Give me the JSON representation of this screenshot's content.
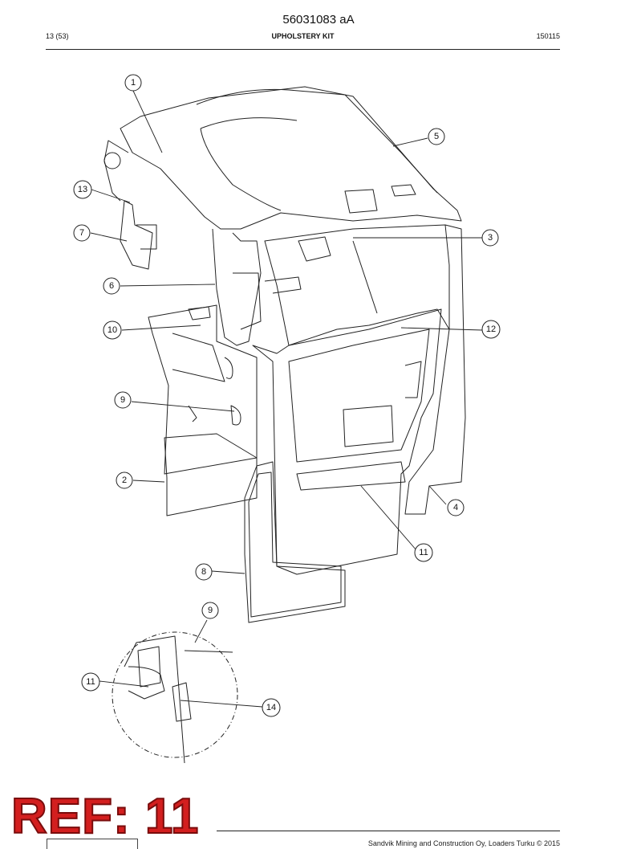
{
  "header": {
    "doc_number": "56031083 aA",
    "page": "13 (53)",
    "section": "UPHOLSTERY KIT",
    "date": "150115"
  },
  "callouts": [
    {
      "label": "1"
    },
    {
      "label": "5"
    },
    {
      "label": "13"
    },
    {
      "label": "7"
    },
    {
      "label": "3"
    },
    {
      "label": "6"
    },
    {
      "label": "10"
    },
    {
      "label": "12"
    },
    {
      "label": "9"
    },
    {
      "label": "2"
    },
    {
      "label": "4"
    },
    {
      "label": "11"
    },
    {
      "label": "8"
    },
    {
      "label": "9"
    },
    {
      "label": "11"
    },
    {
      "label": "14"
    }
  ],
  "stamp": {
    "text": "REF: 11",
    "color": "#d31f1f"
  },
  "footer": {
    "text": "Sandvik Mining and Construction Oy, Loaders Turku © 2015"
  }
}
